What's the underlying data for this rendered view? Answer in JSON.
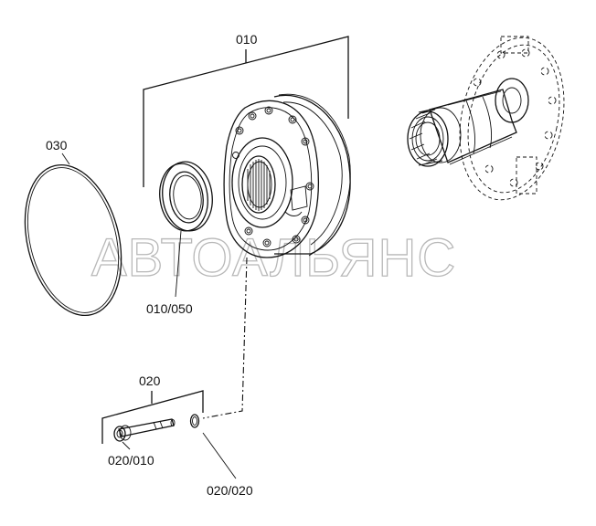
{
  "labels": {
    "assembly_010": "010",
    "oring_030": "030",
    "seal_010_050": "010/050",
    "bolt_group_020": "020",
    "bolt_020_010": "020/010",
    "washer_020_020": "020/020"
  },
  "watermark": "АВТОАЛЬЯНС"
}
